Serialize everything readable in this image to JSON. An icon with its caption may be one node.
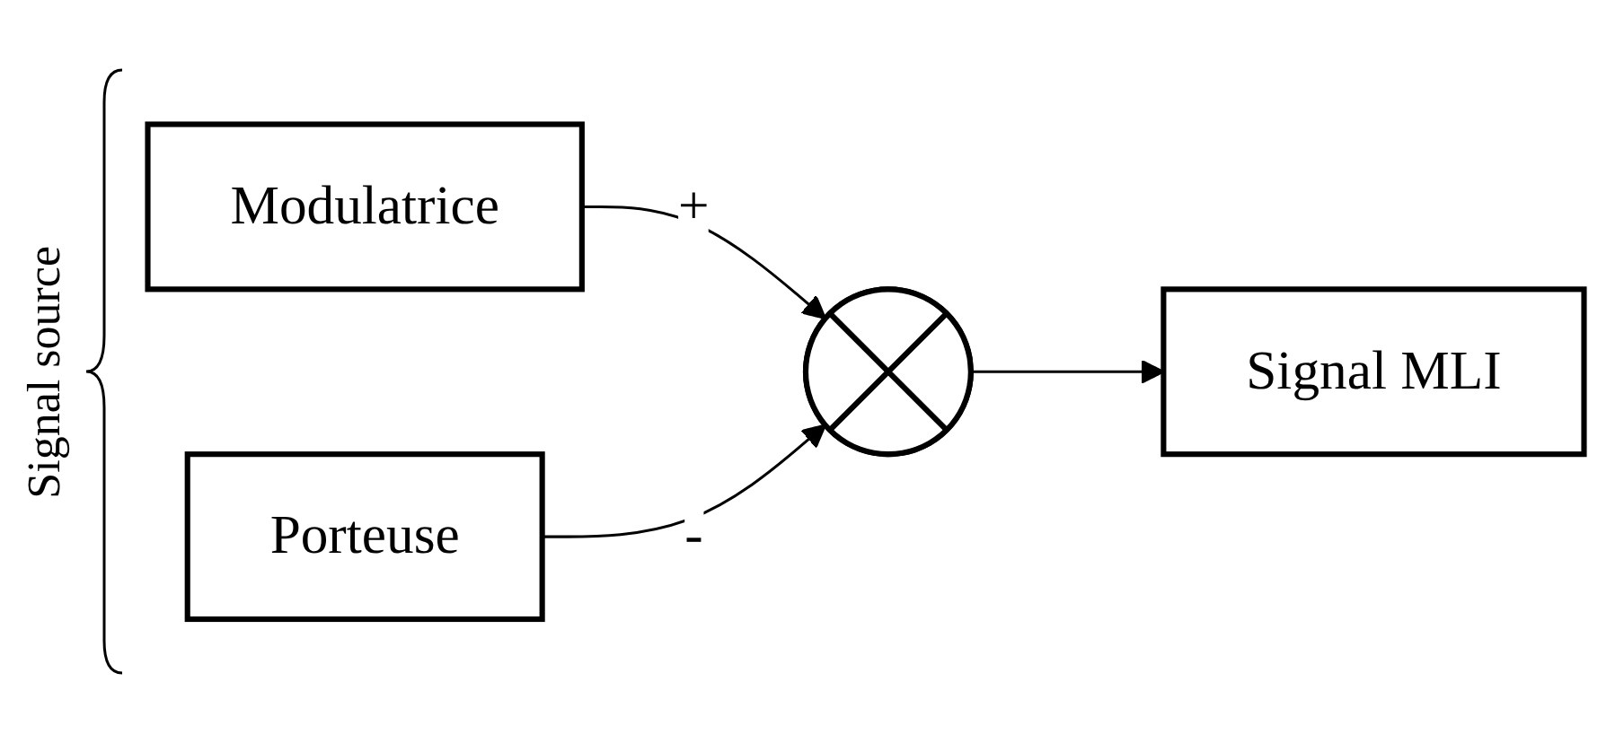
{
  "diagram": {
    "nodes": [
      {
        "text": [
          "Modulatrice"
        ]
      },
      {
        "text": [
          "Porteuse"
        ]
      },
      {
        "text": [],
        "shape": "circle"
      },
      {
        "text": [
          "Signal MLI"
        ]
      }
    ],
    "edges": [
      {
        "from": 0,
        "to": 2,
        "arrow": "to",
        "label": "+"
      },
      {
        "from": 1,
        "to": 2,
        "arrow": "to",
        "label": "-"
      },
      {
        "from": 2,
        "to": 3,
        "arrow": "to"
      }
    ],
    "labels": [
      "Signal source"
    ]
  }
}
